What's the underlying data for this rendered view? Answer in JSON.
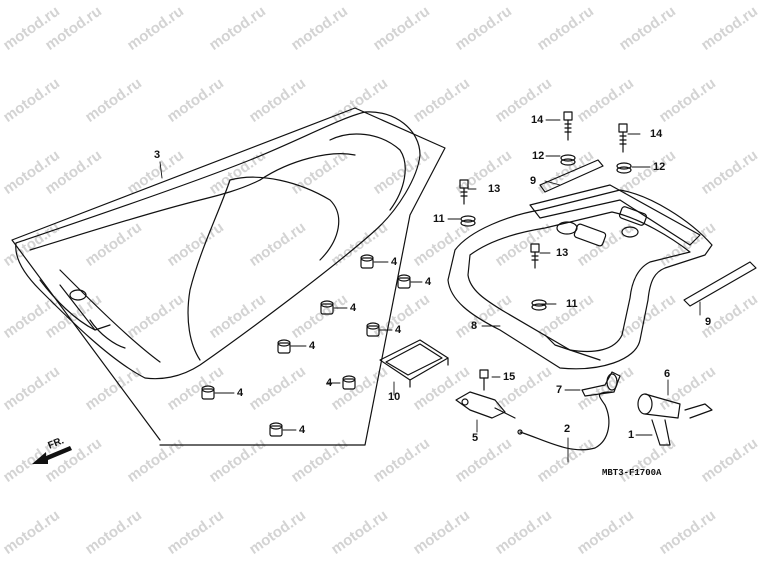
{
  "watermark": "motod.ru",
  "diagram_code": "MBT3-F1700A",
  "direction_label": "FR.",
  "parts": [
    {
      "id": "part-1",
      "number": "1"
    },
    {
      "id": "part-2",
      "number": "2"
    },
    {
      "id": "part-3",
      "number": "3"
    },
    {
      "id": "part-4a",
      "number": "4"
    },
    {
      "id": "part-4b",
      "number": "4"
    },
    {
      "id": "part-4c",
      "number": "4"
    },
    {
      "id": "part-4d",
      "number": "4"
    },
    {
      "id": "part-4e",
      "number": "4"
    },
    {
      "id": "part-4f",
      "number": "4"
    },
    {
      "id": "part-4g",
      "number": "4"
    },
    {
      "id": "part-4h",
      "number": "4"
    },
    {
      "id": "part-5",
      "number": "5"
    },
    {
      "id": "part-6",
      "number": "6"
    },
    {
      "id": "part-7",
      "number": "7"
    },
    {
      "id": "part-8",
      "number": "8"
    },
    {
      "id": "part-9a",
      "number": "9"
    },
    {
      "id": "part-9b",
      "number": "9"
    },
    {
      "id": "part-10",
      "number": "10"
    },
    {
      "id": "part-11a",
      "number": "11"
    },
    {
      "id": "part-11b",
      "number": "11"
    },
    {
      "id": "part-12a",
      "number": "12"
    },
    {
      "id": "part-12b",
      "number": "12"
    },
    {
      "id": "part-13a",
      "number": "13"
    },
    {
      "id": "part-13b",
      "number": "13"
    },
    {
      "id": "part-14a",
      "number": "14"
    },
    {
      "id": "part-14b",
      "number": "14"
    },
    {
      "id": "part-15",
      "number": "15"
    }
  ]
}
